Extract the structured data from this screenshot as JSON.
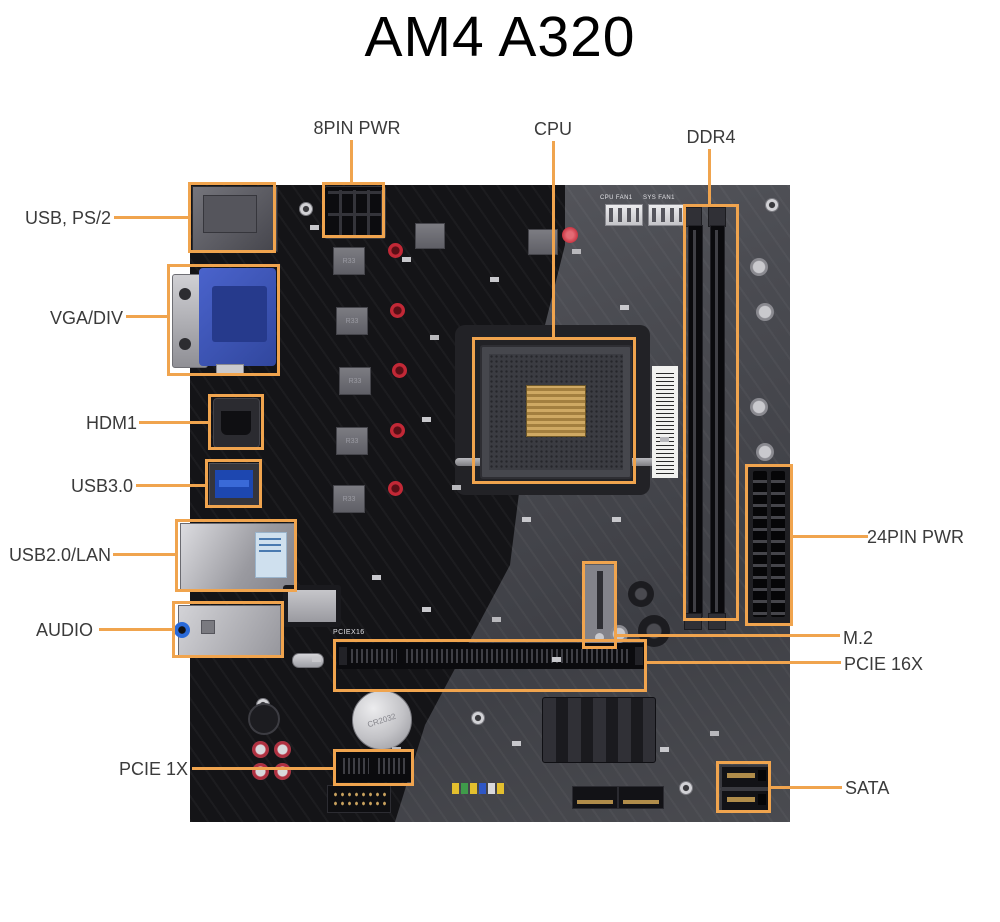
{
  "title": "AM4 A320",
  "colors": {
    "accent": "#F0A44E",
    "label_text": "#3B3B3B",
    "title_text": "#000000"
  },
  "callouts": {
    "pin8": {
      "label": "8PIN PWR"
    },
    "cpu": {
      "label": "CPU"
    },
    "ddr4": {
      "label": "DDR4"
    },
    "usb_ps2": {
      "label": "USB, PS/2"
    },
    "vga": {
      "label": "VGA/DIV"
    },
    "hdmi": {
      "label": "HDM1"
    },
    "usb3": {
      "label": "USB3.0"
    },
    "usb2lan": {
      "label": "USB2.0/LAN"
    },
    "audio": {
      "label": "AUDIO"
    },
    "pcie1x": {
      "label": "PCIE 1X"
    },
    "pin24": {
      "label": "24PIN PWR"
    },
    "m2": {
      "label": "M.2"
    },
    "pcie16": {
      "label": "PCIE 16X"
    },
    "sata": {
      "label": "SATA"
    }
  },
  "board_silkscreen": {
    "cpu_fan_header": "CPU FAN1",
    "sys_fan_header": "SYS FAN1",
    "pcie16_silk": "PCIEX16",
    "battery": "CR2032",
    "choke": "R33"
  }
}
